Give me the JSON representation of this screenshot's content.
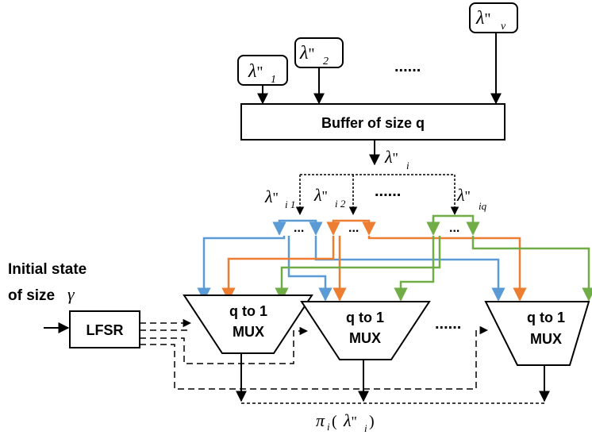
{
  "inputs": [
    {
      "sym": "λ",
      "prime": "\"",
      "sub": "1"
    },
    {
      "sym": "λ",
      "prime": "\"",
      "sub": "2"
    },
    {
      "sym": "λ",
      "prime": "\"",
      "sub": "v"
    }
  ],
  "input_ellipsis": "......",
  "buffer_label": "Buffer of size q",
  "buffer_output": {
    "sym": "λ",
    "prime": "\"",
    "sub": "i"
  },
  "taps": [
    {
      "sym": "λ",
      "prime": "\"",
      "sub": "i 1"
    },
    {
      "sym": "λ",
      "prime": "\"",
      "sub": "i 2"
    },
    {
      "sym": "λ",
      "prime": "\"",
      "sub": "iq"
    }
  ],
  "tap_ellipsis": "......",
  "group_ellipsis": "...",
  "initial_state_line1": "Initial state",
  "initial_state_line2": "of size",
  "initial_state_symbol": "γ",
  "lfsr_label": "LFSR",
  "mux": [
    {
      "line1": "q to 1",
      "line2": "MUX"
    },
    {
      "line1": "q to 1",
      "line2": "MUX"
    },
    {
      "line1": "q to 1",
      "line2": "MUX"
    }
  ],
  "mux_ellipsis": "......",
  "output": {
    "fn": "π",
    "fn_sub": "i",
    "open": " (",
    "sym": "λ",
    "prime": "\"",
    "sub": "i",
    "close": " )"
  },
  "colors": {
    "blue": "#5b9bd5",
    "orange": "#ed7d31",
    "green": "#70ad47",
    "black": "#000000"
  }
}
